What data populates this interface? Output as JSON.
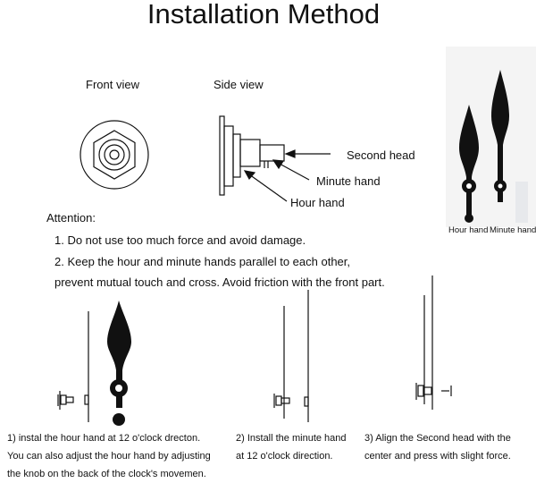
{
  "title": "Installation Method",
  "views": {
    "front_label": "Front view",
    "side_label": "Side view"
  },
  "side_callouts": {
    "second_head": "Second head",
    "minute_hand": "Minute hand",
    "hour_hand": "Hour hand"
  },
  "photo_labels": {
    "hour_hand": "Hour hand",
    "minute_hand": "Minute hand"
  },
  "attention": {
    "heading": "Attention:",
    "line1": "1. Do not use too much force and avoid damage.",
    "line2": "2. Keep the hour and minute hands parallel to each other,",
    "line3": "prevent mutual touch and cross. Avoid friction with the front part."
  },
  "steps": {
    "step1_line1": "1) instal the hour hand at 12 o'clock drecton.",
    "step1_line2": "You can also adjust the hour hand by adjusting",
    "step1_line3": "the knob on the back of the clock's movemen.",
    "step2_line1": "2) Install the minute hand",
    "step2_line2": "at 12 o'clock direction.",
    "step3_line1": "3) Align the Second head with the",
    "step3_line2": "center and press with slight force."
  }
}
